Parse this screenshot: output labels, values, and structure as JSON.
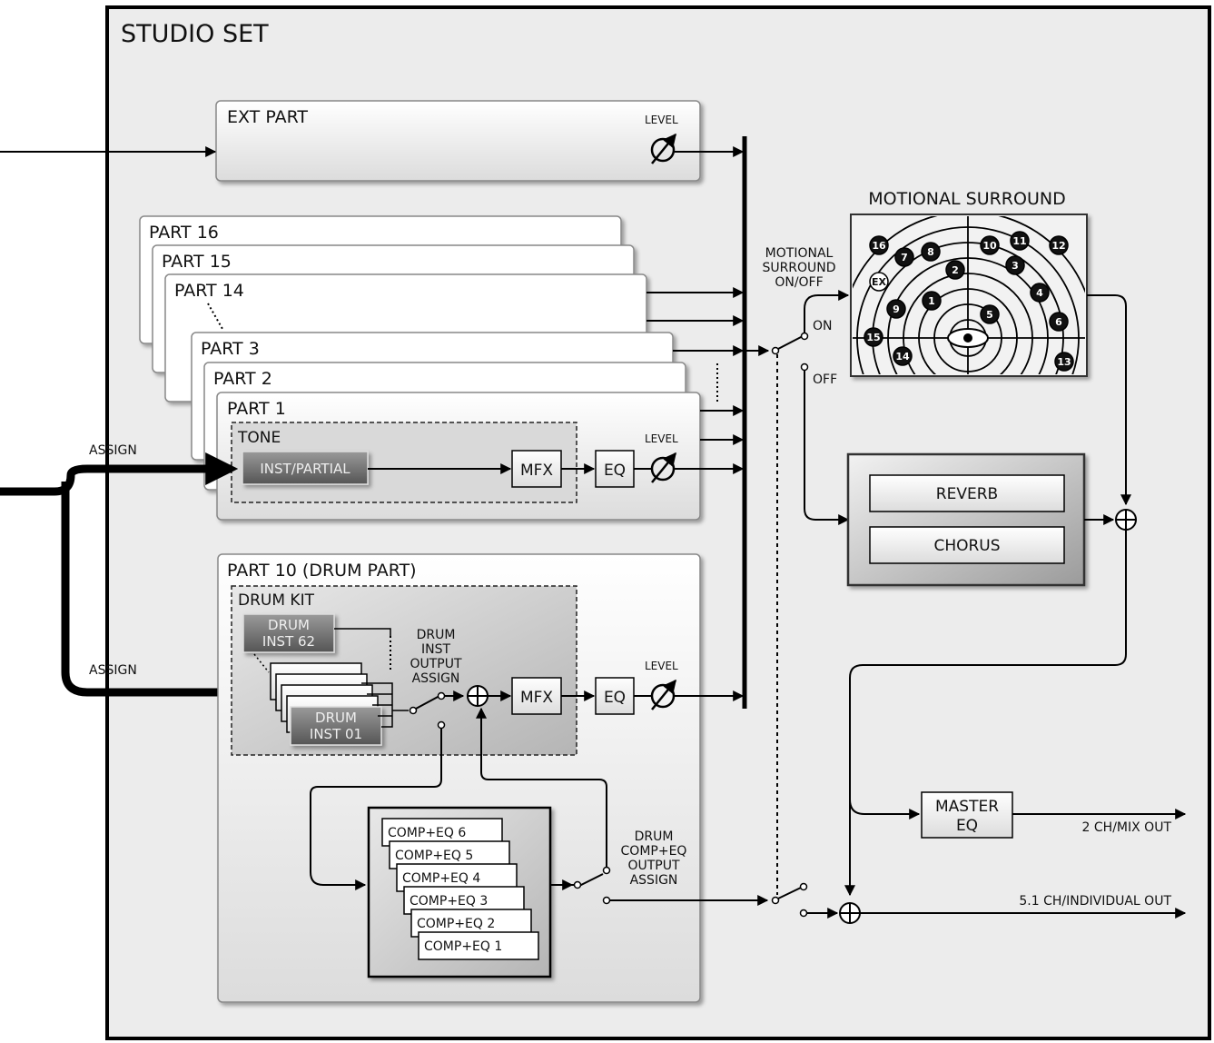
{
  "studio_set_title": "STUDIO SET",
  "ext_part": {
    "label": "EXT PART",
    "level_label": "LEVEL"
  },
  "parts": {
    "part16": "PART 16",
    "part15": "PART 15",
    "part14": "PART 14",
    "part3": "PART 3",
    "part2": "PART 2",
    "part1": "PART 1"
  },
  "tone": {
    "label": "TONE",
    "inst_partial": "INST/PARTIAL",
    "mfx": "MFX",
    "eq": "EQ",
    "level_label": "LEVEL"
  },
  "assign_labels": {
    "top": "ASSIGN",
    "bottom": "ASSIGN"
  },
  "drum_part": {
    "label": "PART 10 (DRUM PART)",
    "drum_kit": "DRUM KIT",
    "drum_inst_62": [
      "DRUM",
      "INST 62"
    ],
    "drum_inst_01": [
      "DRUM",
      "INST 01"
    ],
    "output_assign": [
      "DRUM",
      "INST",
      "OUTPUT",
      "ASSIGN"
    ],
    "mfx": "MFX",
    "eq": "EQ",
    "level_label": "LEVEL",
    "comp_eq": [
      "COMP+EQ 6",
      "COMP+EQ 5",
      "COMP+EQ 4",
      "COMP+EQ 3",
      "COMP+EQ 2",
      "COMP+EQ 1"
    ],
    "comp_output_assign": [
      "DRUM",
      "COMP+EQ",
      "OUTPUT",
      "ASSIGN"
    ]
  },
  "motional_surround": {
    "title": "MOTIONAL SURROUND",
    "switch_label": [
      "MOTIONAL",
      "SURROUND",
      "ON/OFF"
    ],
    "on": "ON",
    "off": "OFF",
    "markers": [
      "16",
      "7",
      "8",
      "10",
      "11",
      "12",
      "EX",
      "2",
      "3",
      "9",
      "1",
      "5",
      "4",
      "6",
      "15",
      "14",
      "13"
    ]
  },
  "effects": {
    "reverb": "REVERB",
    "chorus": "CHORUS"
  },
  "master_eq": [
    "MASTER",
    "EQ"
  ],
  "outputs": {
    "mix": "2 CH/MIX OUT",
    "individual": "5.1 CH/INDIVIDUAL OUT"
  }
}
